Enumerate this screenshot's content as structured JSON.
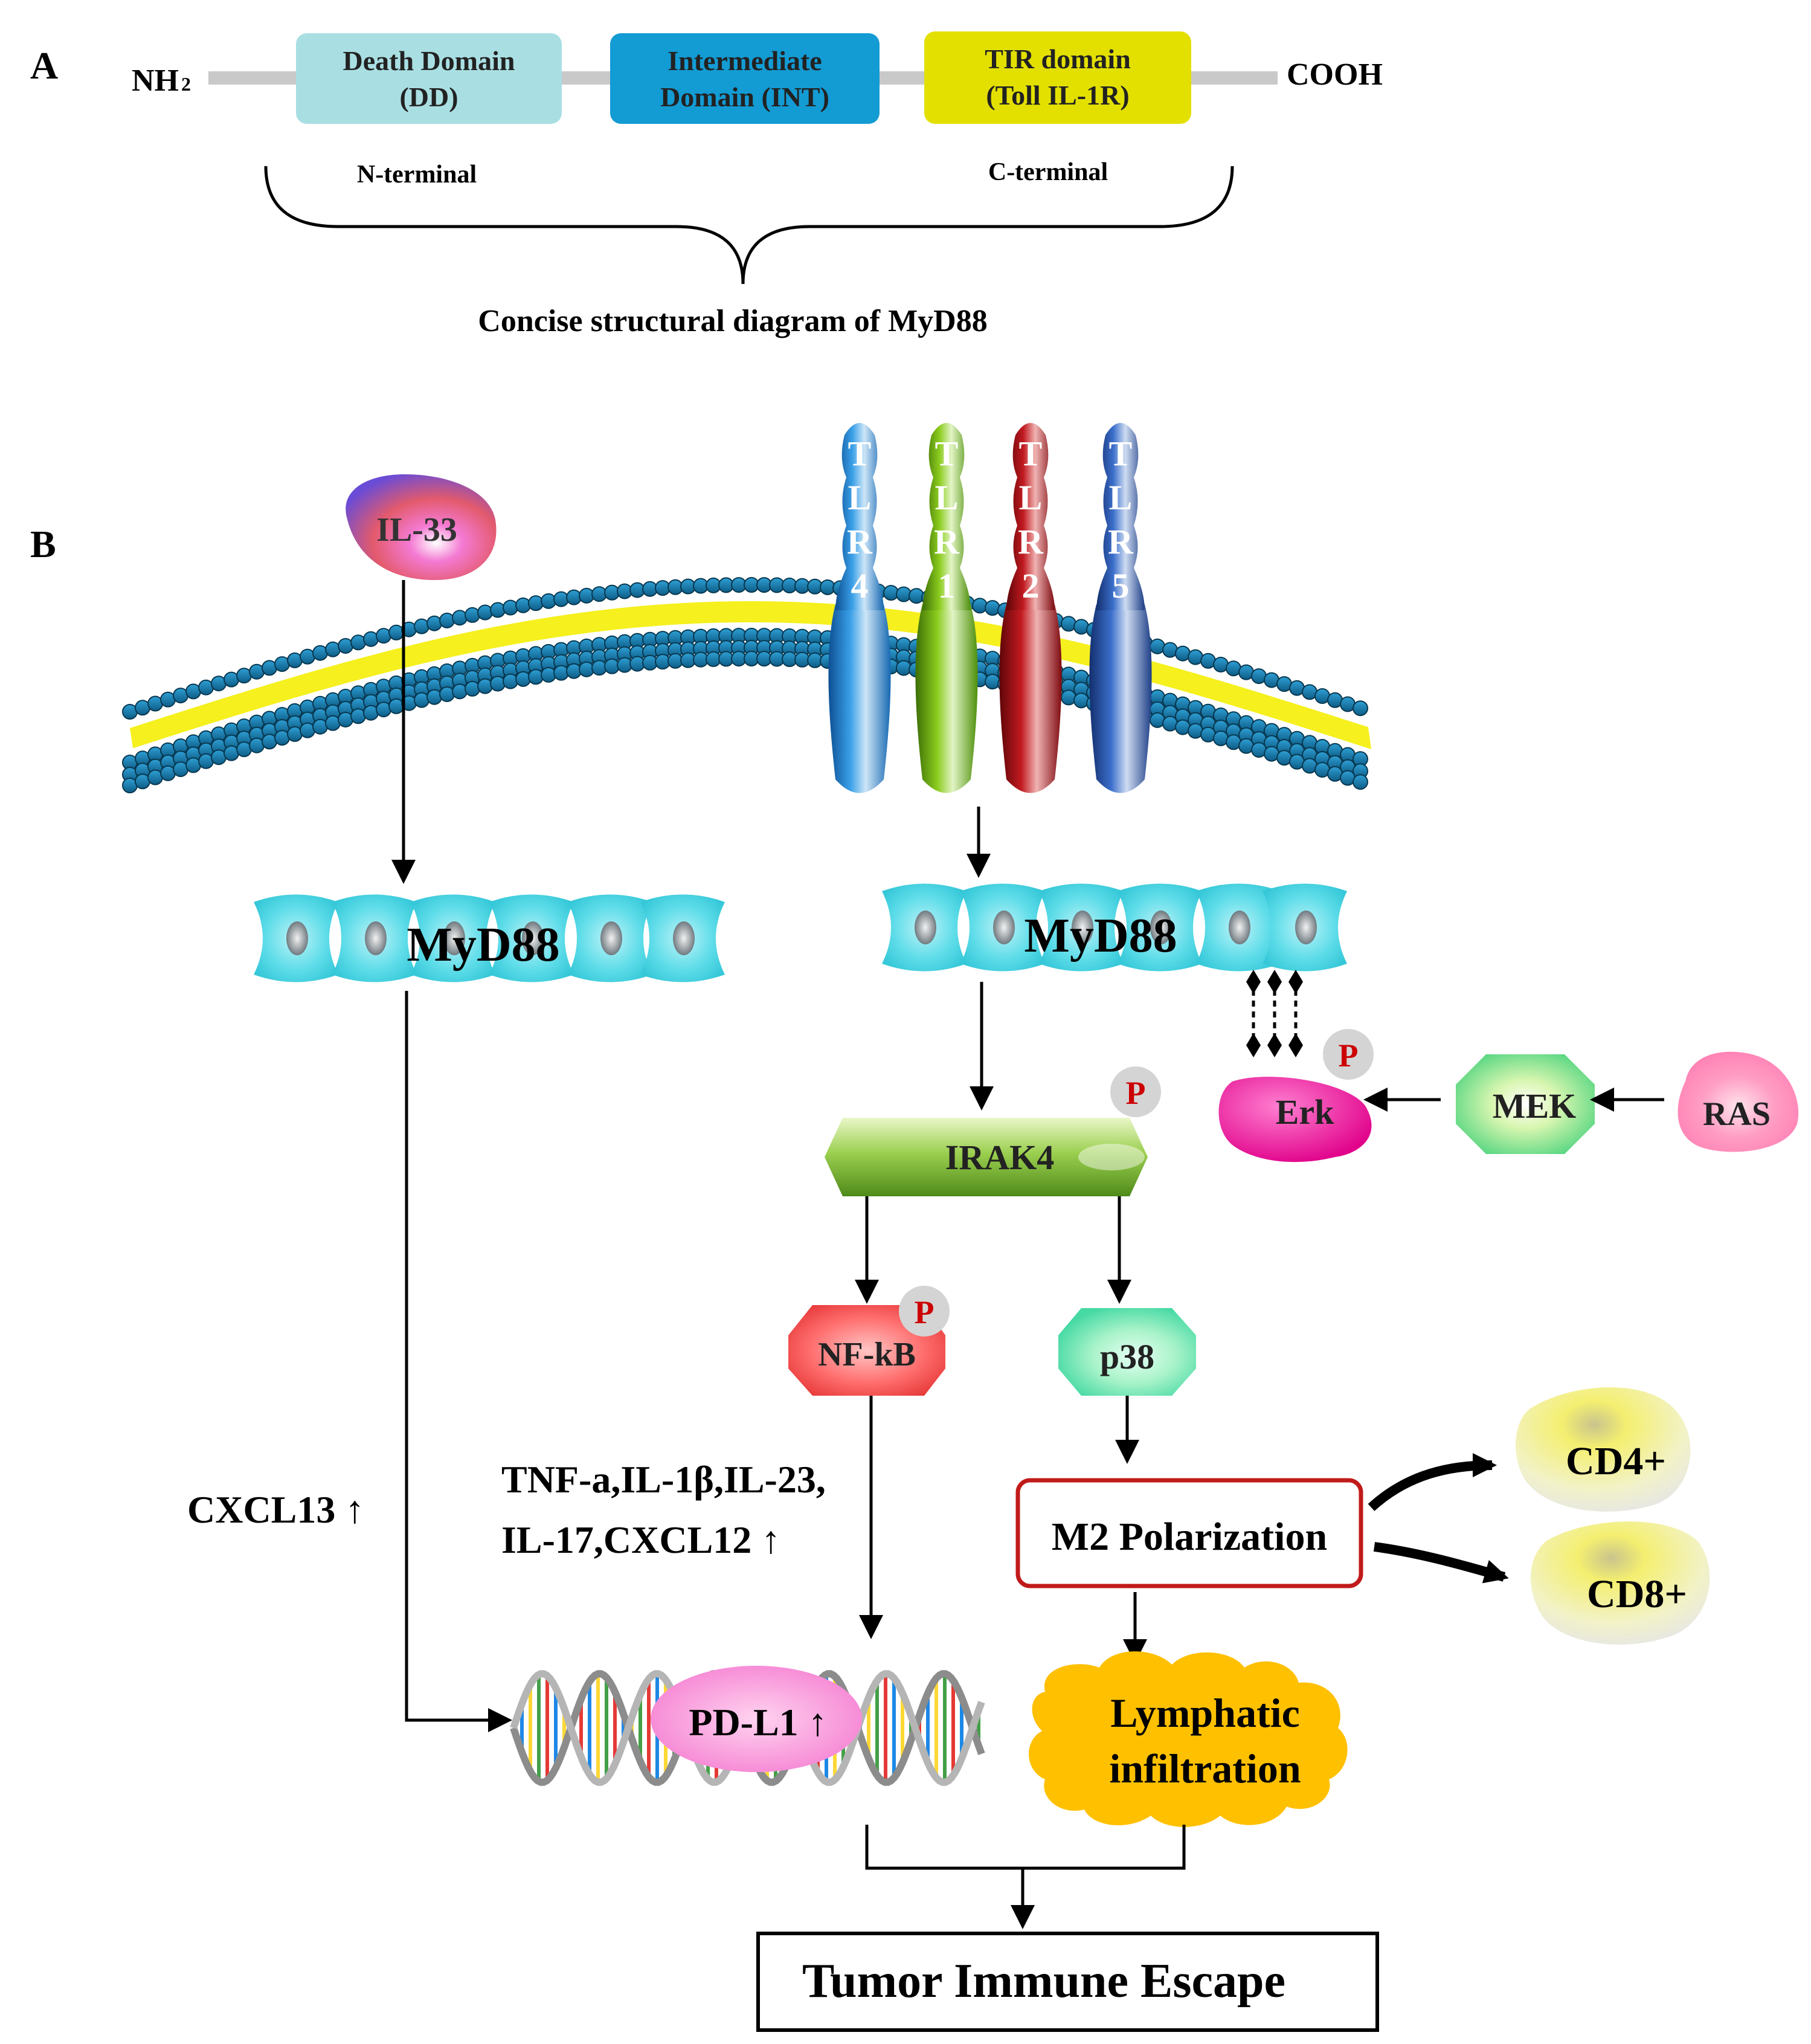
{
  "panel_a": {
    "label": "A",
    "nh2": "NH",
    "nh2_sub": "2",
    "cooh": "COOH",
    "domains": [
      {
        "line1": "Death Domain",
        "line2": "(DD)",
        "color": "#a9dfe3"
      },
      {
        "line1": "Intermediate",
        "line2": "Domain (INT)",
        "color": "#139bd3"
      },
      {
        "line1": "TIR domain",
        "line2": "(Toll IL-1R)",
        "color": "#e3e000"
      }
    ],
    "n_terminal": "N-terminal",
    "c_terminal": "C-terminal",
    "caption": "Concise structural diagram of MyD88"
  },
  "panel_b": {
    "label": "B",
    "il33": "IL-33",
    "tlrs": [
      {
        "name": "TLR4",
        "color": "#1f86d6"
      },
      {
        "name": "TLR1",
        "color": "#6fb213"
      },
      {
        "name": "TLR2",
        "color": "#a30f16"
      },
      {
        "name": "TLR5",
        "color": "#2d5fb8"
      }
    ],
    "myd88_left": "MyD88",
    "myd88_right": "MyD88",
    "irak4": "IRAK4",
    "p_badge": "P",
    "erk": "Erk",
    "mek": "MEK",
    "ras": "RAS",
    "nfkb": "NF-kB",
    "p38": "p38",
    "cxcl13": "CXCL13 ↑",
    "cytokines_line1": "TNF-a,IL-1β,IL-23,",
    "cytokines_line2": "IL-17,CXCL12 ↑",
    "m2": "M2 Polarization",
    "cd4": "CD4+",
    "cd8": "CD8+",
    "pdl1": "PD-L1 ↑",
    "lymph_line1": "Lymphatic",
    "lymph_line2": "infiltration",
    "escape": "Tumor Immune Escape"
  }
}
